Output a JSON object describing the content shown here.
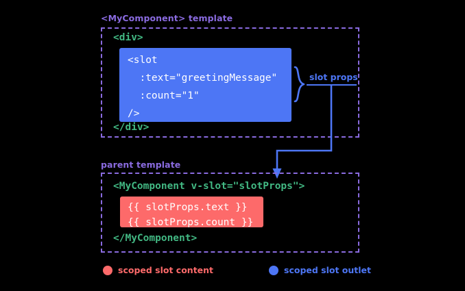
{
  "colors": {
    "background": "#000000",
    "template_border": "#8a6be0",
    "template_label": "#8a6be0",
    "code_tag": "#42b883",
    "slot_outlet": "#4d76f5",
    "slot_content": "#fd6a6a",
    "code_text": "#ffffff"
  },
  "component_section": {
    "label": "<MyComponent> template",
    "open_tag": "<div>",
    "close_tag": "</div>",
    "slot_outlet_lines": [
      "<slot",
      "  :text=\"greetingMessage\"",
      "  :count=\"1\"",
      "/>"
    ]
  },
  "annotation": {
    "label": "slot props",
    "brace": "curly-brace-right"
  },
  "parent_section": {
    "label": "parent template",
    "open_tag": "<MyComponent v-slot=\"slotProps\">",
    "close_tag": "</MyComponent>",
    "slot_content_lines": [
      "{{ slotProps.text }}",
      "{{ slotProps.count }}"
    ]
  },
  "legend": [
    {
      "label": "scoped slot content",
      "color": "#fd6a6a"
    },
    {
      "label": "scoped slot outlet",
      "color": "#4d76f5"
    }
  ]
}
